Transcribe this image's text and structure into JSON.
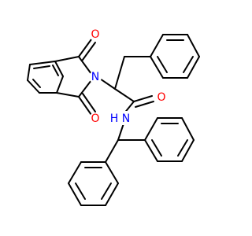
{
  "molecule": {
    "atoms": [
      {
        "id": "O1",
        "symbol": "O",
        "color": "#ff0000"
      },
      {
        "id": "O2",
        "symbol": "O",
        "color": "#ff0000"
      },
      {
        "id": "N1",
        "symbol": "N",
        "color": "#0000ff"
      },
      {
        "id": "O3",
        "symbol": "O",
        "color": "#ff0000"
      },
      {
        "id": "N2",
        "symbol": "N",
        "color": "#0000ff"
      },
      {
        "id": "H1",
        "symbol": "H",
        "color": "#0000ff"
      }
    ]
  }
}
